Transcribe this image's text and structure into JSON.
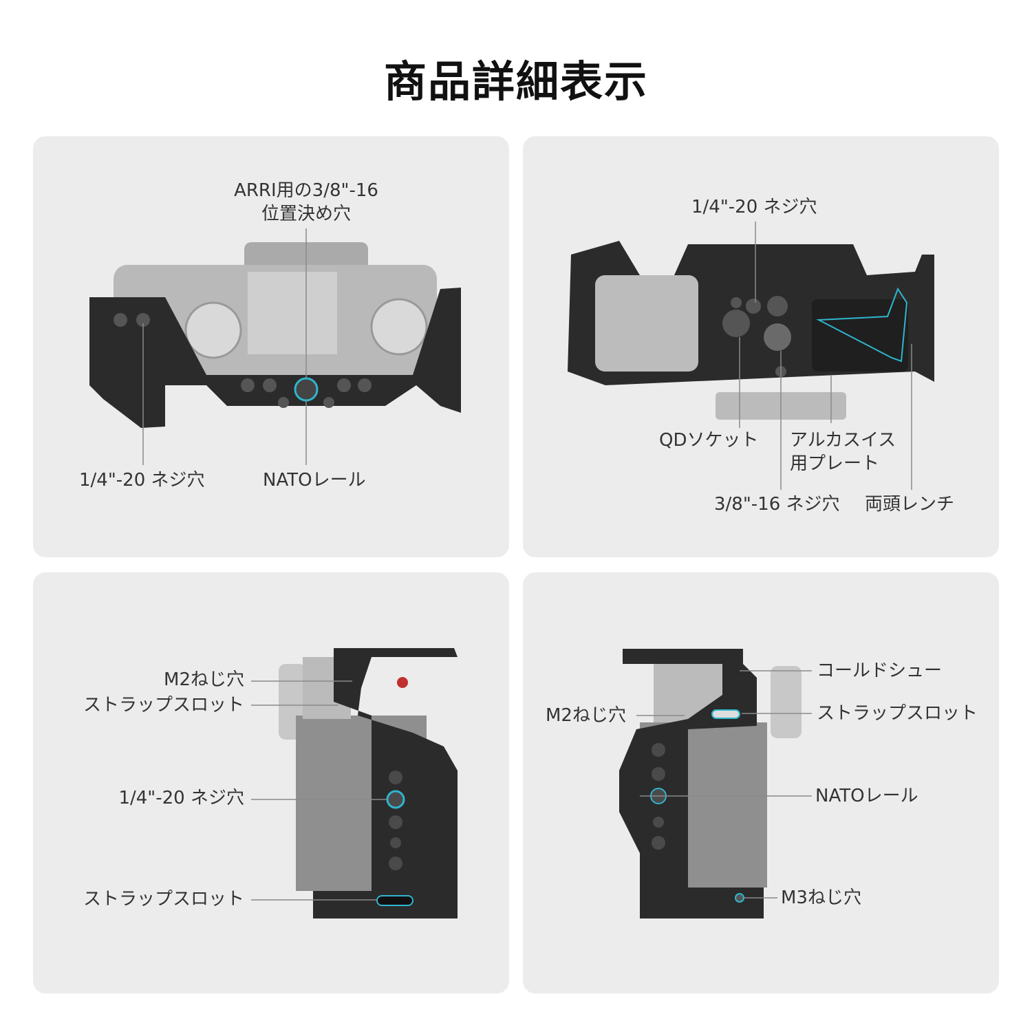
{
  "title": "商品詳細表示",
  "colors": {
    "accent": "#2fb6cf",
    "panel": "#ececec",
    "cage": "#2b2b2b",
    "camera": "#9a9a9a"
  },
  "panels": {
    "top_left": {
      "labels": {
        "arri_line1": "ARRI用の3/8\"-16",
        "arri_line2": "位置決め穴",
        "screw_hole": "1/4\"-20 ネジ穴",
        "nato_rail": "NATOレール"
      }
    },
    "top_right": {
      "labels": {
        "screw_hole": "1/4\"-20 ネジ穴",
        "qd_socket": "QDソケット",
        "arca_line1": "アルカスイス",
        "arca_line2": "用プレート",
        "screw_hole_38": "3/8\"-16 ネジ穴",
        "wrench": "両頭レンチ"
      }
    },
    "bottom_left": {
      "labels": {
        "m2_hole": "M2ねじ穴",
        "strap_slot_top": "ストラップスロット",
        "screw_hole": "1/4\"-20 ネジ穴",
        "strap_slot_bottom": "ストラップスロット"
      }
    },
    "bottom_right": {
      "labels": {
        "cold_shoe": "コールドシュー",
        "m2_hole": "M2ねじ穴",
        "strap_slot": "ストラップスロット",
        "nato_rail": "NATOレール",
        "m3_hole": "M3ねじ穴"
      }
    }
  }
}
